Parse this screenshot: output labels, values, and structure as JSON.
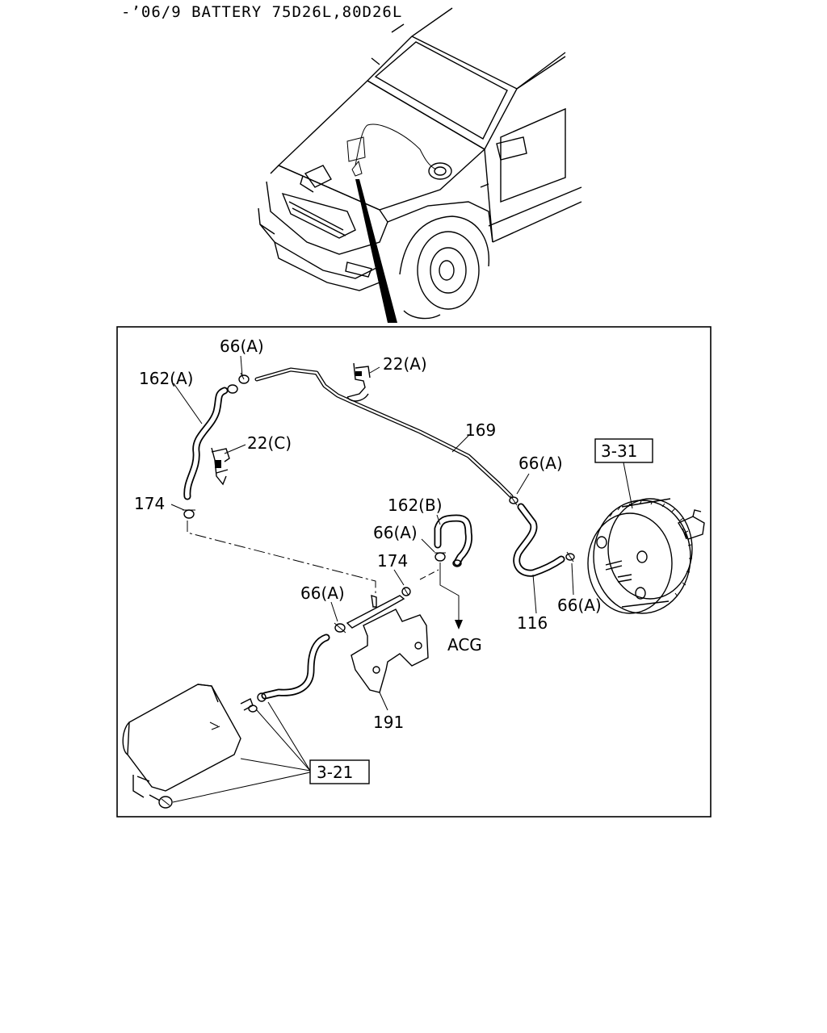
{
  "header": {
    "title": "-’06/9 BATTERY 75D26L,80D26L"
  },
  "labels": {
    "l_66a_top": "66(A)",
    "l_22a": "22(A)",
    "l_162a": "162(A)",
    "l_22c": "22(C)",
    "l_169": "169",
    "l_174_left": "174",
    "l_162b": "162(B)",
    "l_66a_mid": "66(A)",
    "l_174_mid": "174",
    "l_66a_low": "66(A)",
    "l_acg": "ACG",
    "l_66a_right": "66(A)",
    "l_116": "116",
    "l_66a_booster": "66(A)",
    "l_191": "191",
    "ref_331": "3-31",
    "ref_321": "3-21"
  }
}
